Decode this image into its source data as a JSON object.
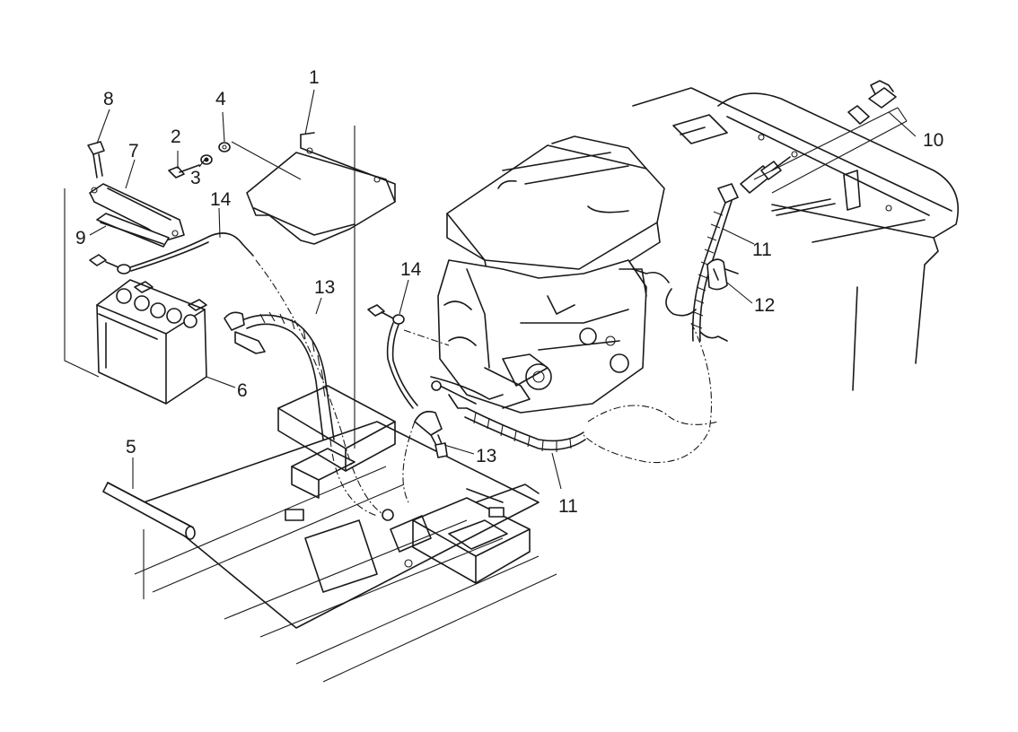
{
  "callouts": [
    {
      "id": "c1",
      "label": "1"
    },
    {
      "id": "c2",
      "label": "2"
    },
    {
      "id": "c3",
      "label": "3"
    },
    {
      "id": "c4",
      "label": "4"
    },
    {
      "id": "c5",
      "label": "5"
    },
    {
      "id": "c6",
      "label": "6"
    },
    {
      "id": "c7",
      "label": "7"
    },
    {
      "id": "c8",
      "label": "8"
    },
    {
      "id": "c9",
      "label": "9"
    },
    {
      "id": "c10",
      "label": "10"
    },
    {
      "id": "c11a",
      "label": "11"
    },
    {
      "id": "c11b",
      "label": "11"
    },
    {
      "id": "c12",
      "label": "12"
    },
    {
      "id": "c13a",
      "label": "13"
    },
    {
      "id": "c13b",
      "label": "13"
    },
    {
      "id": "c14a",
      "label": "14"
    },
    {
      "id": "c14b",
      "label": "14"
    }
  ]
}
